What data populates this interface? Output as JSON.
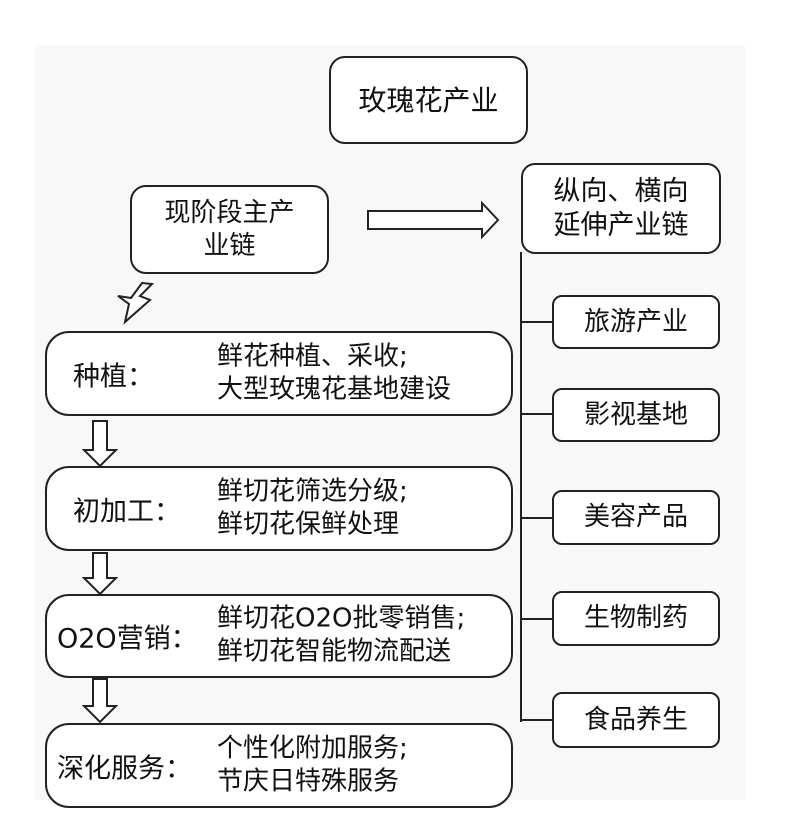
{
  "title": "玫瑰花产业",
  "current_chain": "现阶段主产业链",
  "current_chain_lines": [
    "现阶段主产",
    "业链"
  ],
  "extension": {
    "lines": [
      "纵向、横向",
      "延伸产业链"
    ]
  },
  "stages": [
    {
      "label": "种植：",
      "lines": [
        "鲜花种植、采收;",
        "大型玫瑰花基地建设"
      ]
    },
    {
      "label": "初加工：",
      "lines": [
        "鲜切花筛选分级;",
        "鲜切花保鲜处理"
      ]
    },
    {
      "label": "O2O营销：",
      "lines": [
        "鲜切花O2O批零销售;",
        "鲜切花智能物流配送"
      ]
    },
    {
      "label": "深化服务：",
      "lines": [
        "个性化附加服务;",
        "节庆日特殊服务"
      ]
    }
  ],
  "side_items": [
    "旅游产业",
    "影视基地",
    "美容产品",
    "生物制药",
    "食品养生"
  ]
}
